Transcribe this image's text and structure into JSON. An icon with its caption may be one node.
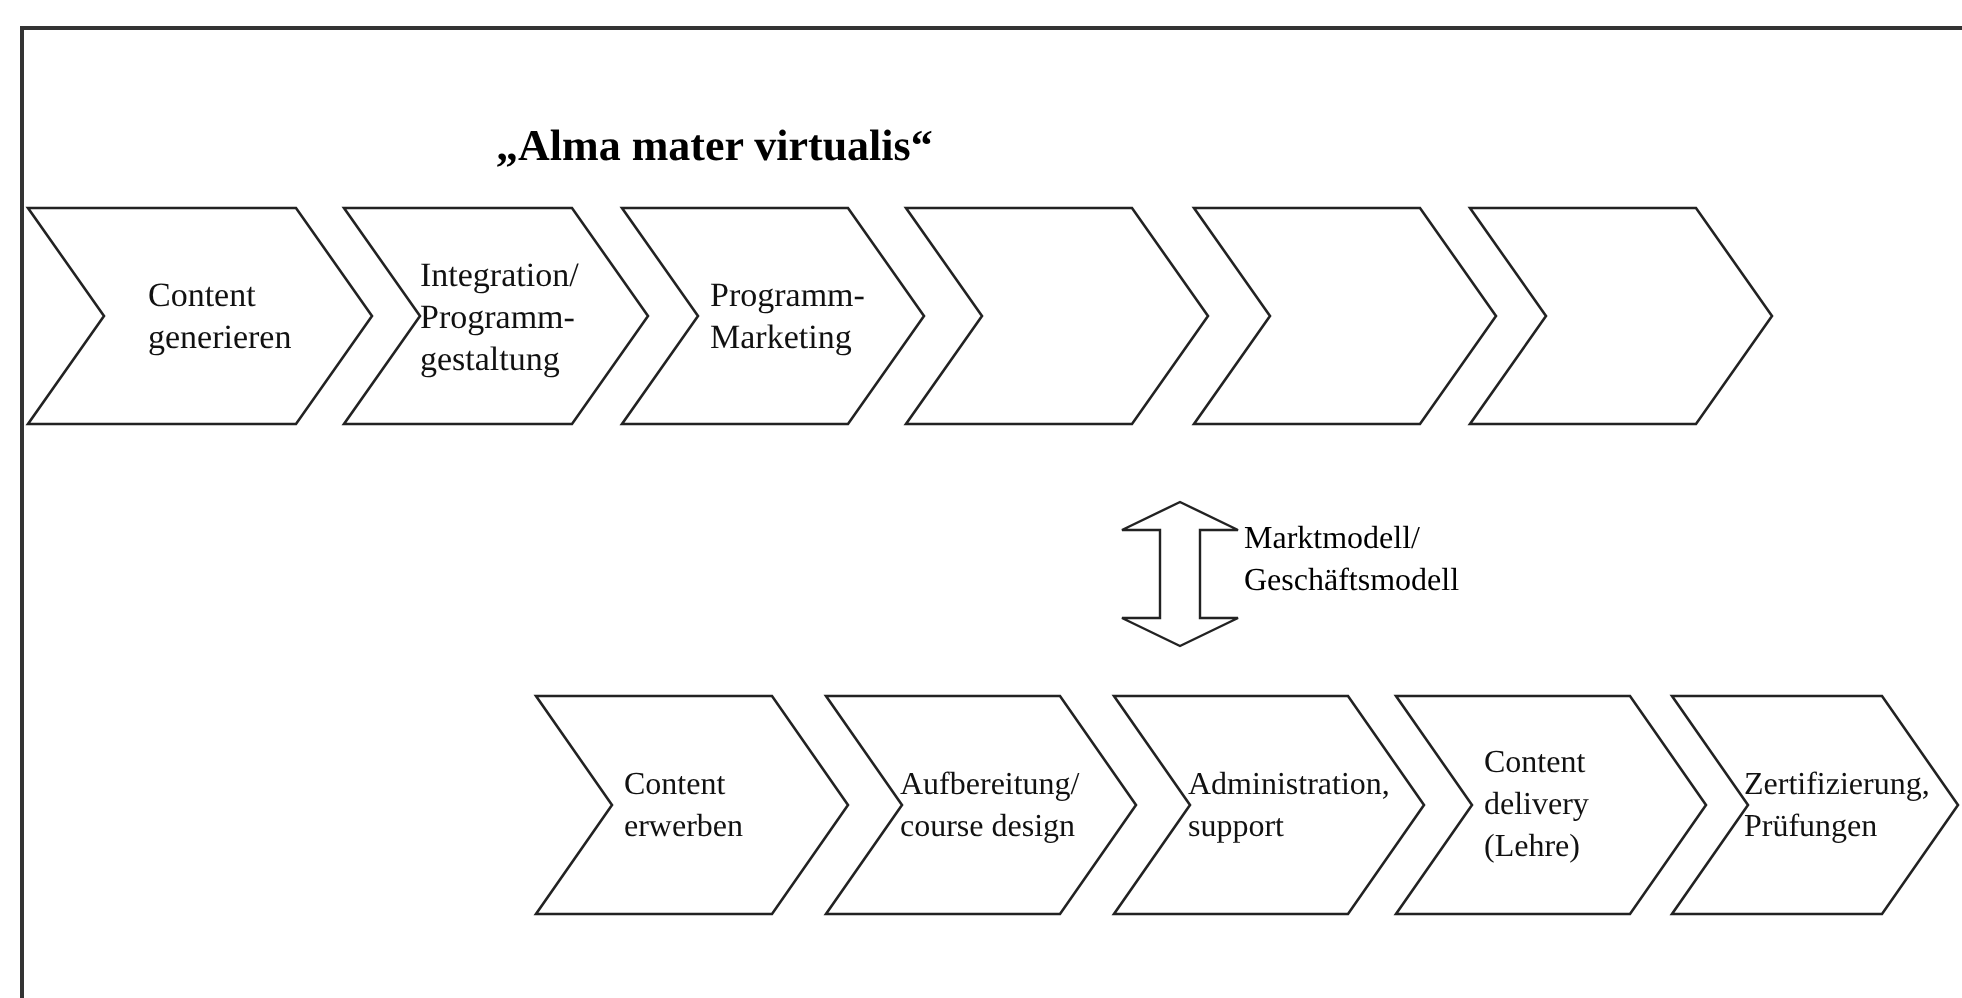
{
  "diagram": {
    "title": "„Alma mater virtualis“",
    "nodes": [
      {
        "text": [
          "Content generieren"
        ]
      },
      {
        "text": [
          "Integration/ Programm-gestaltung"
        ]
      },
      {
        "text": [
          "Programm-Marketing"
        ]
      },
      {
        "text": [],
        "shape": "chevron"
      },
      {
        "text": [],
        "shape": "chevron"
      },
      {
        "text": [],
        "shape": "chevron"
      },
      {
        "text": [
          "Content erwerben"
        ]
      },
      {
        "text": [
          "Aufbereitung/ course design"
        ]
      },
      {
        "text": [
          "Administration, support"
        ]
      },
      {
        "text": [
          "Content delivery (Lehre)"
        ]
      },
      {
        "text": [
          "Zertifizierung, Prüfungen"
        ]
      }
    ],
    "labels": [
      "Marktmodell/ Geschäftsmodell"
    ]
  }
}
